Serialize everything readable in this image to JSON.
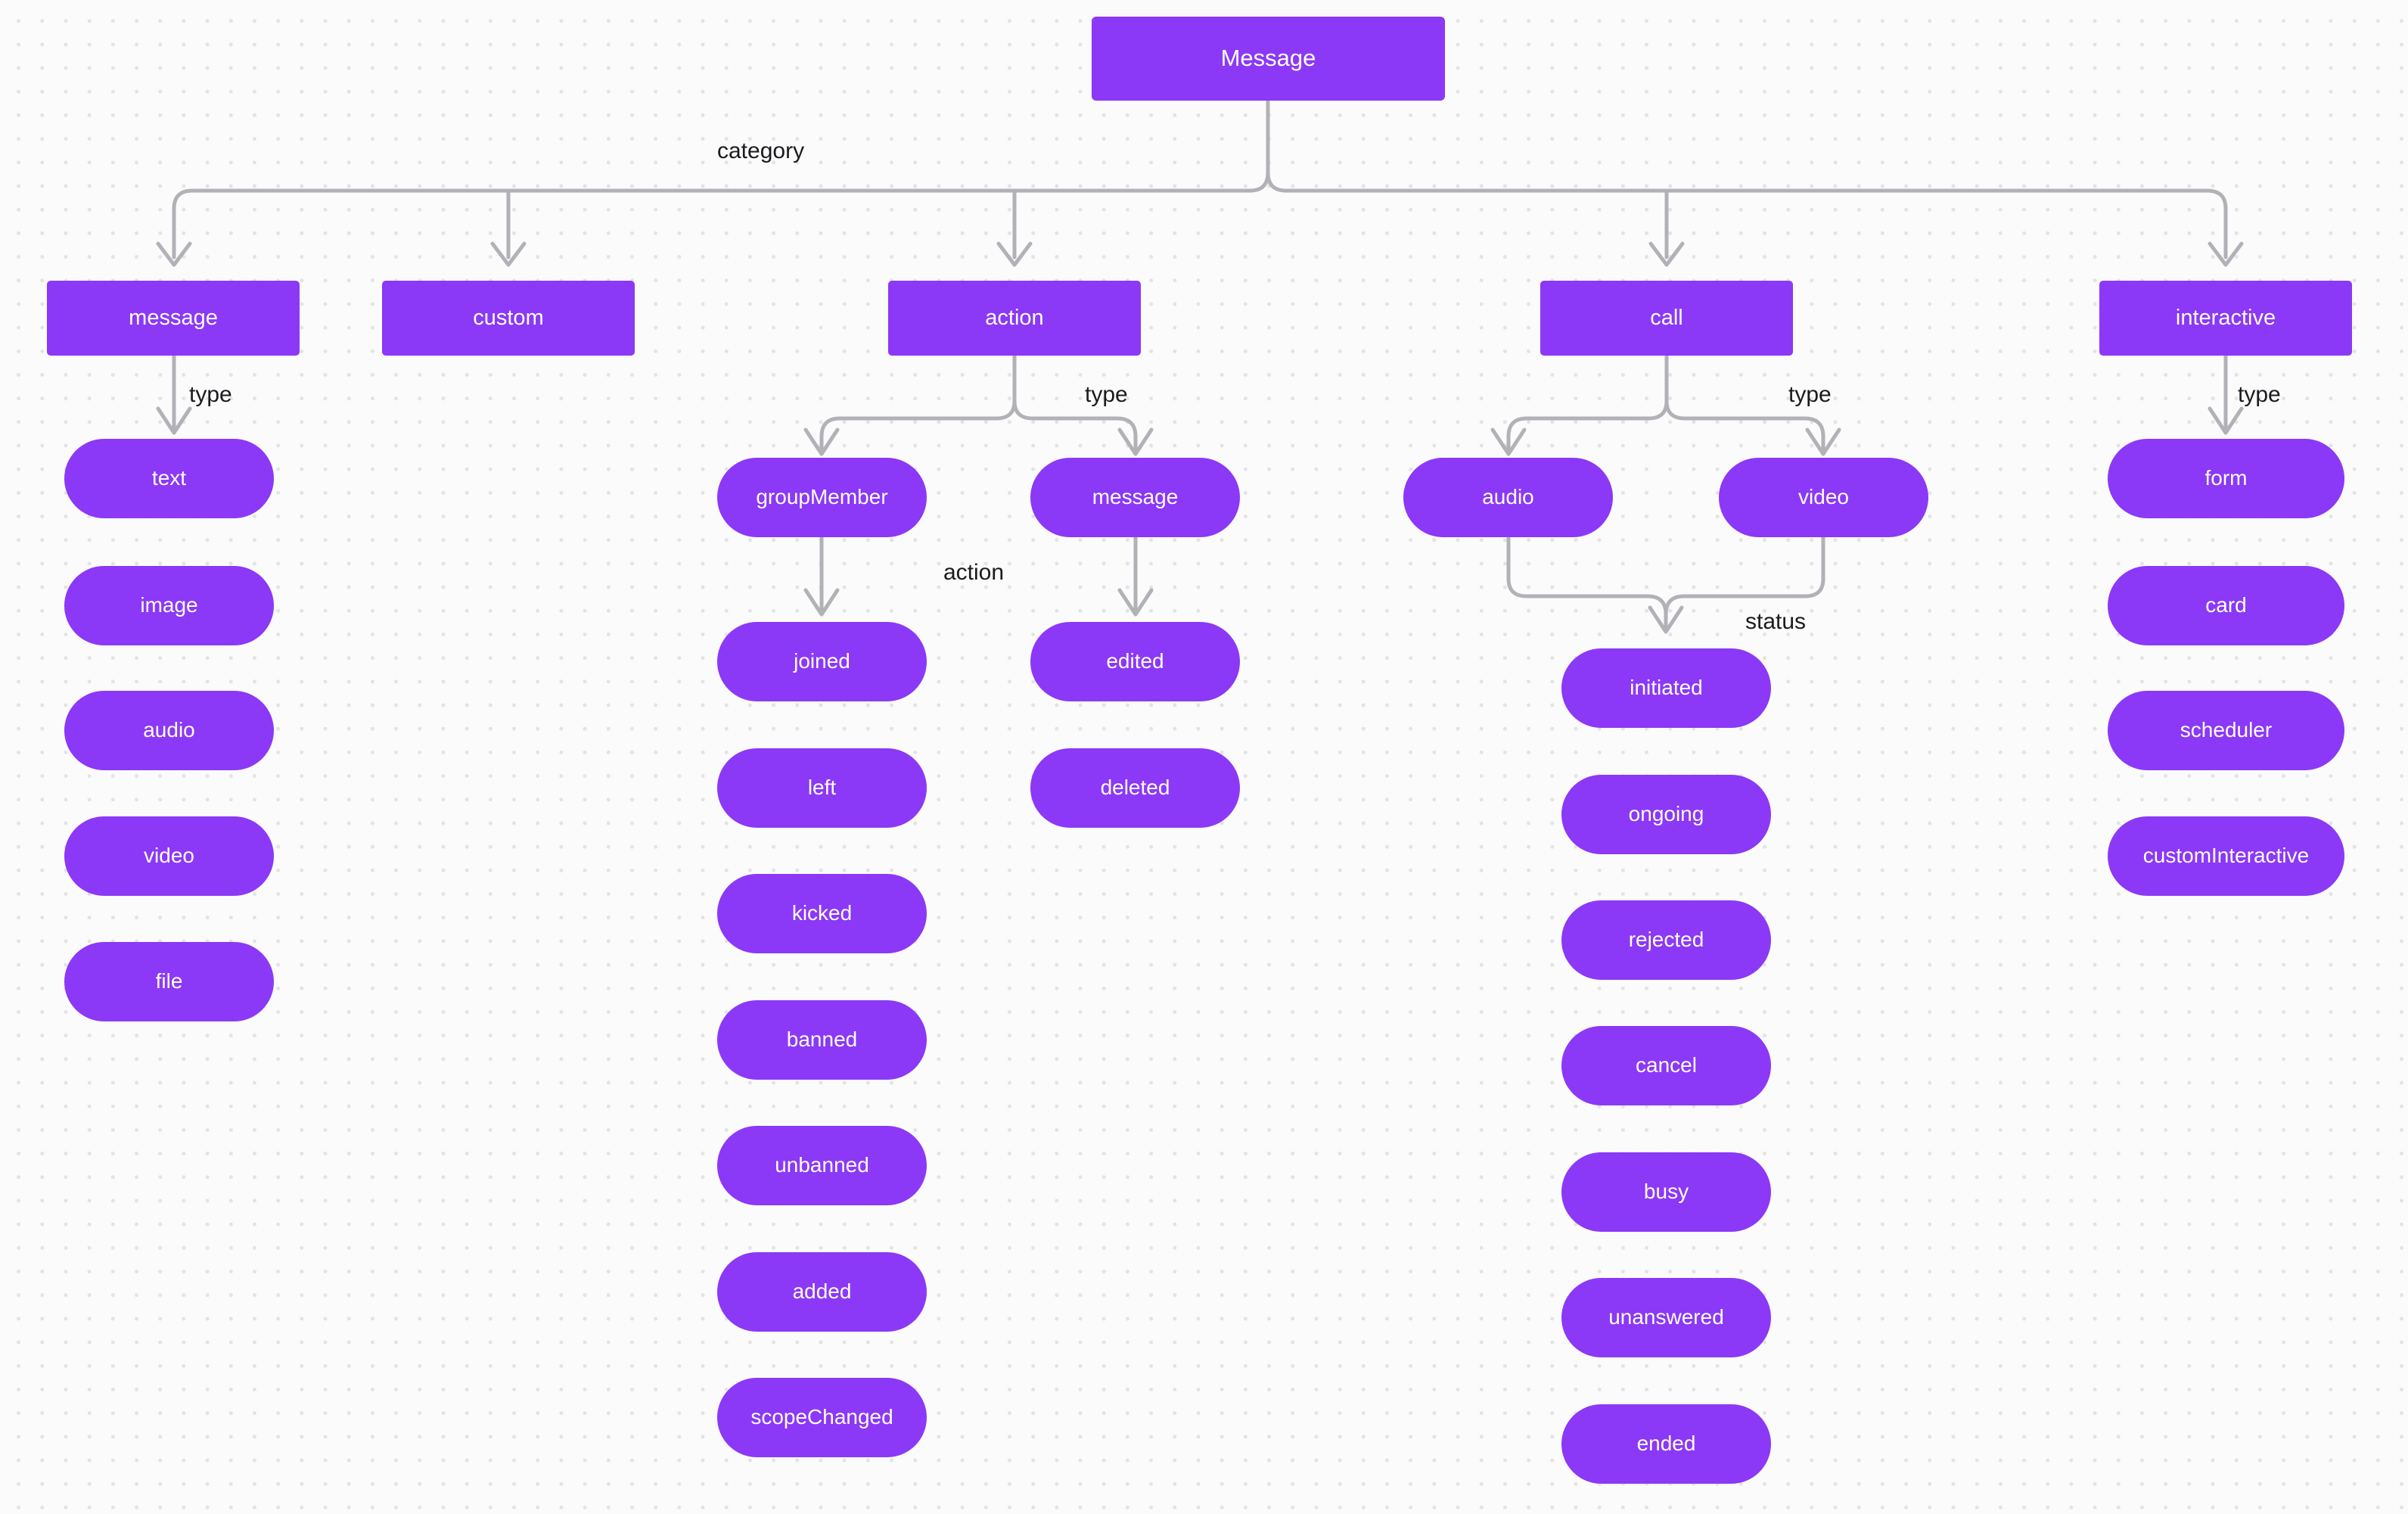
{
  "diagram": {
    "title": "Message",
    "theme": {
      "node_fill": "#8b38f7",
      "node_text": "#ffffff",
      "edge_stroke": "#b1b1b7",
      "label_text": "#1b1b1f",
      "background": "#fbfbfb",
      "grid_dot": "#e3e3e3"
    },
    "root": {
      "label": "Message"
    },
    "edge_labels": {
      "category": "category",
      "type_message": "type",
      "type_action": "type",
      "action_group": "action",
      "type_call": "type",
      "status_call": "status",
      "type_interactive": "type"
    },
    "branches": [
      {
        "id": "message",
        "label": "message"
      },
      {
        "id": "custom",
        "label": "custom"
      },
      {
        "id": "action",
        "label": "action"
      },
      {
        "id": "call",
        "label": "call"
      },
      {
        "id": "interactive",
        "label": "interactive"
      }
    ],
    "subnodes": [
      {
        "id": "groupMember",
        "label": "groupMember"
      },
      {
        "id": "action-message",
        "label": "message"
      },
      {
        "id": "call-audio",
        "label": "audio"
      },
      {
        "id": "call-video",
        "label": "video"
      }
    ],
    "columns": {
      "message_types": {
        "parent": "message",
        "edge": "type",
        "items": [
          {
            "label": "text"
          },
          {
            "label": "image"
          },
          {
            "label": "audio"
          },
          {
            "label": "video"
          },
          {
            "label": "file"
          }
        ]
      },
      "group_member_actions": {
        "parent": "groupMember",
        "edge": "action",
        "items": [
          {
            "label": "joined"
          },
          {
            "label": "left"
          },
          {
            "label": "kicked"
          },
          {
            "label": "banned"
          },
          {
            "label": "unbanned"
          },
          {
            "label": "added"
          },
          {
            "label": "scopeChanged"
          }
        ]
      },
      "message_actions": {
        "parent": "action-message",
        "edge": "action",
        "items": [
          {
            "label": "edited"
          },
          {
            "label": "deleted"
          }
        ]
      },
      "call_statuses": {
        "parent": "call-audio/call-video",
        "edge": "status",
        "items": [
          {
            "label": "initiated"
          },
          {
            "label": "ongoing"
          },
          {
            "label": "rejected"
          },
          {
            "label": "cancel"
          },
          {
            "label": "busy"
          },
          {
            "label": "unanswered"
          },
          {
            "label": "ended"
          }
        ]
      },
      "interactive_types": {
        "parent": "interactive",
        "edge": "type",
        "items": [
          {
            "label": "form"
          },
          {
            "label": "card"
          },
          {
            "label": "scheduler"
          },
          {
            "label": "customInteractive"
          }
        ]
      }
    }
  }
}
